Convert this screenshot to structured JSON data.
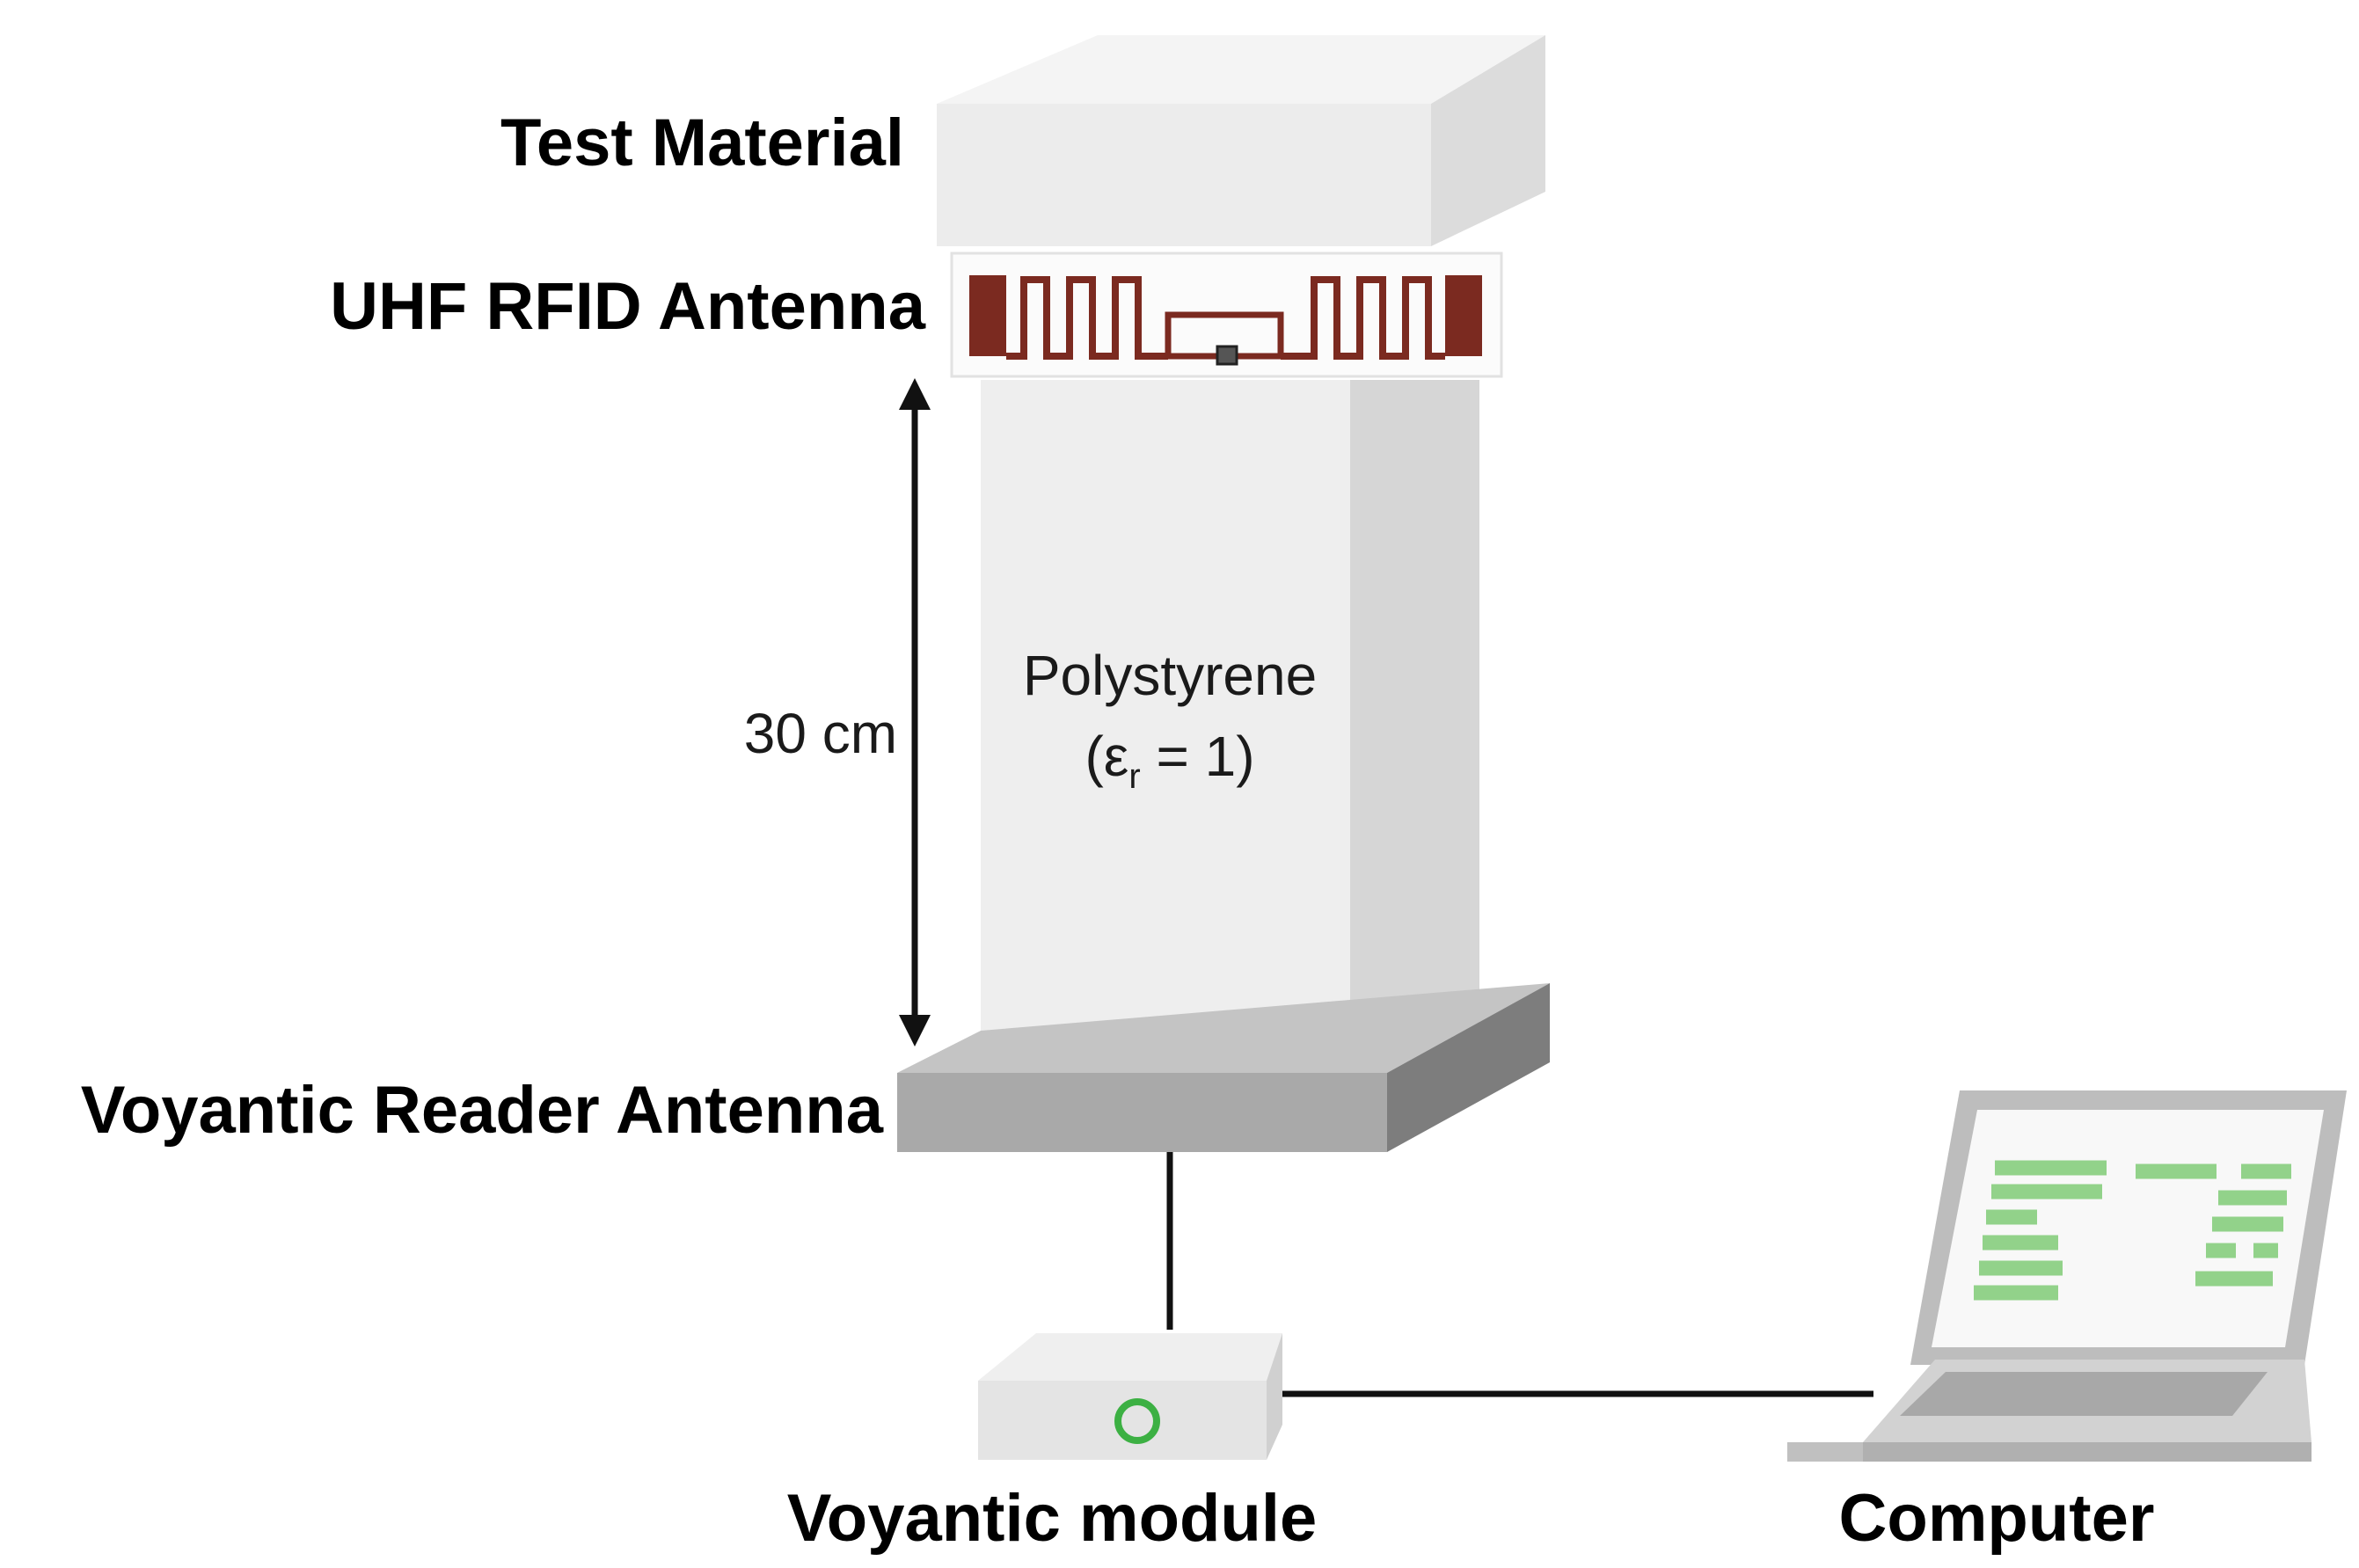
{
  "labels": {
    "test_material": "Test Material",
    "uhf_rfid_antenna": "UHF RFID Antenna",
    "voyantic_reader_antenna": "Voyantic Reader Antenna",
    "voyantic_module": "Voyantic module",
    "computer": "Computer",
    "distance": "30 cm",
    "polystyrene_name": "Polystyrene",
    "permittivity_open": "(ε",
    "permittivity_subscript": "r",
    "permittivity_rest": " = 1)"
  },
  "colors": {
    "test_material_front": "#ececec",
    "test_material_top": "#f4f4f4",
    "test_material_side": "#dcdcdc",
    "antenna_trace": "#7b2a20",
    "polystyrene_front": "#eeeeee",
    "polystyrene_side": "#d6d6d6",
    "reader_front": "#a9a9a9",
    "reader_top": "#c4c4c4",
    "reader_side": "#7d7d7d",
    "module_body": "#e4e4e4",
    "module_led": "#3cb043",
    "laptop_frame": "#bdbdbd",
    "laptop_screen": "#f8f8f8",
    "screen_lines": "#92d28a"
  },
  "icons": {
    "module_led": "green-ring-led-icon",
    "laptop": "laptop-icon",
    "rfid_chip": "rfid-chip-icon"
  }
}
